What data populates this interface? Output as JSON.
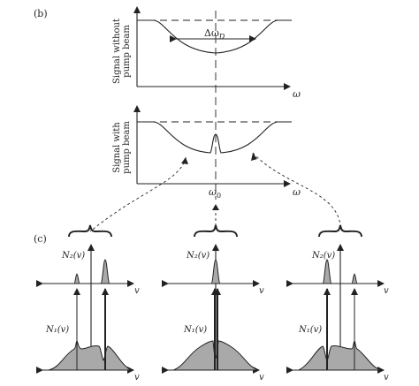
{
  "panel_b": {
    "label": "(b)",
    "top_ylabel_line1": "Signal without",
    "top_ylabel_line2": "pump beam",
    "bottom_ylabel_line1": "Signal with",
    "bottom_ylabel_line2": "pump beam",
    "xaxis_symbol": "ω",
    "doppler_width_base": "Δω",
    "doppler_width_sub": "D",
    "center_base": "ω",
    "center_sub": "0"
  },
  "panel_c": {
    "label": "(c)",
    "upper_level_label": "N₂(v)",
    "lower_level_label": "N₁(v)",
    "velocity_symbol": "v"
  },
  "colors": {
    "line": "#222222",
    "fill": "#a9a9a9",
    "background": "#ffffff"
  }
}
